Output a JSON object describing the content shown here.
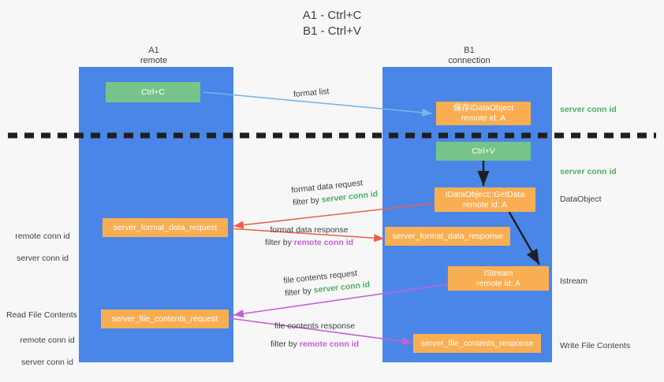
{
  "title": "A1 - Ctrl+C\nB1 - Ctrl+V",
  "colors": {
    "lane": "#4a86e8",
    "green_box": "#76c48a",
    "orange_box": "#f9ae52",
    "server_conn_id": "#4caf67",
    "remote_conn_id": "#c75fd6",
    "divider": "#1f1f1f",
    "arrow_blue": "#76b5e8",
    "arrow_red": "#e8604c",
    "arrow_magenta": "#c75fd6",
    "arrow_black": "#1f1f1f",
    "background": "#f7f7f7"
  },
  "columns": [
    {
      "name": "left-lane",
      "label": "A1\nremote"
    },
    {
      "name": "right-lane",
      "label": "B1\nconnection"
    }
  ],
  "boxes": [
    {
      "name": "ctrl-c-box",
      "label": "Ctrl+C",
      "color": "green"
    },
    {
      "name": "save-idataobject-box",
      "label": "保存IDataObject\nremote id: A",
      "color": "orange"
    },
    {
      "name": "ctrl-v-box",
      "label": "Ctrl+V",
      "color": "green"
    },
    {
      "name": "idataobject-getdata-box",
      "label": "IDataObject::GetData\nremote id: A",
      "color": "orange"
    },
    {
      "name": "server-format-data-request-box",
      "label": "server_format_data_request",
      "color": "orange"
    },
    {
      "name": "server-format-data-response-box",
      "label": "server_format_data_response",
      "color": "orange"
    },
    {
      "name": "istream-box",
      "label": "IStream\nremote id: A",
      "color": "orange"
    },
    {
      "name": "server-file-contents-request-box",
      "label": "server_file_contents_request",
      "color": "orange"
    },
    {
      "name": "server-file-contents-response-box",
      "label": "server_file_contents_response",
      "color": "orange"
    }
  ],
  "edge_labels": {
    "format_list": "format list",
    "format_data_request": "format data request",
    "format_data_request_filter_prefix": "filter by ",
    "format_data_request_filter_key": "server conn id",
    "format_data_response": "format data response",
    "format_data_response_filter_prefix": "filter by ",
    "format_data_response_filter_key": "remote conn id",
    "file_contents_request": "file contents request",
    "file_contents_request_filter_prefix": "filter by ",
    "file_contents_request_filter_key": "server conn id",
    "file_contents_response": "file contents response",
    "file_contents_response_filter_prefix": "filter by ",
    "file_contents_response_filter_key": "remote conn id"
  },
  "annotations": {
    "right_server_conn_id_top": "server conn id",
    "right_server_conn_id_mid": "server conn id",
    "right_dataobject": "DataObject",
    "right_istream": "Istream",
    "right_write_file_contents": "Write File Contents",
    "left_conn_ids_upper": "remote conn id\nserver conn id",
    "left_read_file_contents": "Read File Contents",
    "left_conn_ids_lower": "remote conn id\nserver conn id"
  }
}
